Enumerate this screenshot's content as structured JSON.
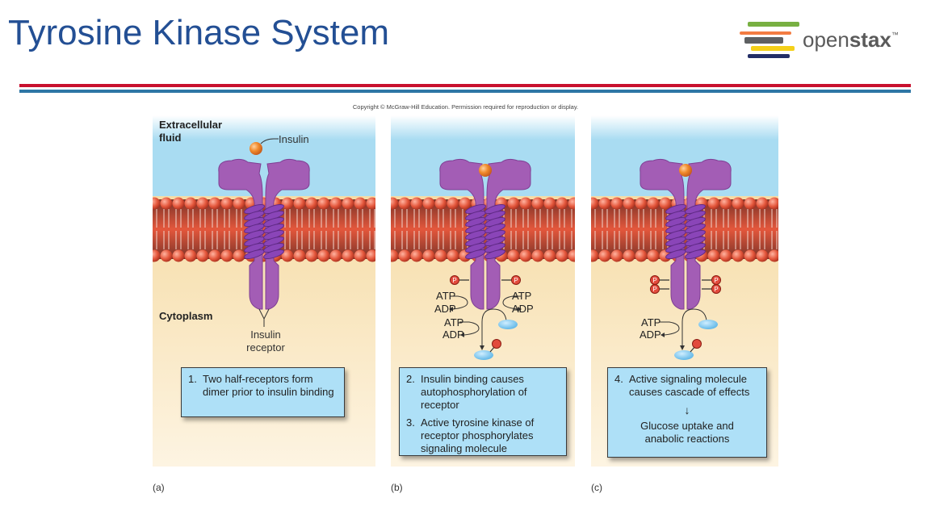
{
  "slide": {
    "title": "Tyrosine Kinase System",
    "logo": {
      "text_light": "open",
      "text_bold": "stax",
      "trademark": "™",
      "bar_colors": [
        "#78b042",
        "#f37c42",
        "#5e6062",
        "#f4d019",
        "#232e66"
      ]
    },
    "rule_colors": {
      "top": "#c8102e",
      "bottom": "#2e76a5"
    },
    "title_color": "#234f94"
  },
  "figure": {
    "copyright": "Copyright © McGraw-Hill Education. Permission required for reproduction or display.",
    "colors": {
      "extracellular": "#a9dcf2",
      "cytoplasm": "#f6dca6",
      "membrane_head": "#e4573c",
      "membrane_core": "#a94a3c",
      "receptor": "#a35db5",
      "receptor_helix": "#8a45b8",
      "insulin": "#f08a2c",
      "signal_molecule": "#5ab4e6",
      "phosphate": "#e24a3c",
      "step_box": "#aee0f7"
    },
    "panels": [
      {
        "id": "a",
        "label": "(a)",
        "insulin_bound": false,
        "phosphates_per_side": 0,
        "region_labels": {
          "extracellular": "Extracellular\nfluid",
          "cytoplasm": "Cytoplasm"
        },
        "callouts": {
          "insulin": "Insulin",
          "receptor": "Insulin\nreceptor"
        },
        "steps": [
          {
            "num": "1.",
            "text": "Two half-receptors form dimer prior to insulin binding"
          }
        ]
      },
      {
        "id": "b",
        "label": "(b)",
        "insulin_bound": true,
        "phosphates_per_side": 1,
        "chem": {
          "atp": "ATP",
          "adp": "ADP",
          "p": "P"
        },
        "steps": [
          {
            "num": "2.",
            "text": "Insulin binding causes autophosphorylation of receptor"
          },
          {
            "num": "3.",
            "text": "Active tyrosine kinase of receptor phosphorylates signaling molecule"
          }
        ]
      },
      {
        "id": "c",
        "label": "(c)",
        "insulin_bound": true,
        "phosphates_per_side": 2,
        "chem": {
          "atp": "ATP",
          "adp": "ADP",
          "p": "P"
        },
        "steps": [
          {
            "num": "4.",
            "text": "Active signaling molecule causes cascade of effects"
          }
        ],
        "outcome_arrow": "↓",
        "outcome": "Glucose uptake and anabolic reactions"
      }
    ]
  }
}
